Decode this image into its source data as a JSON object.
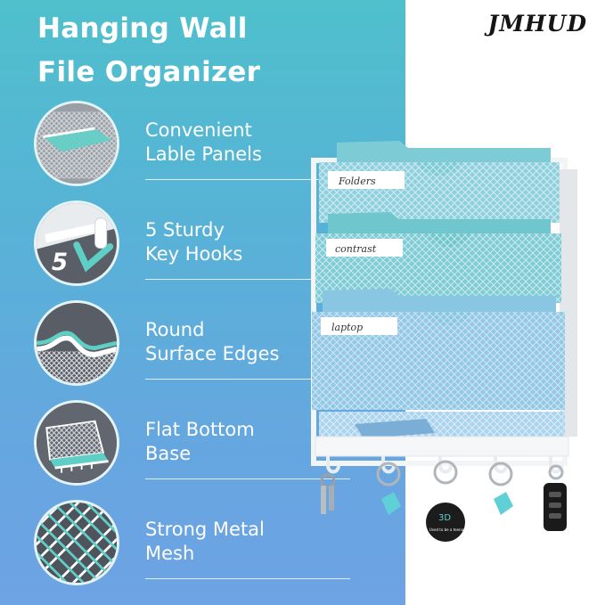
{
  "header": {
    "title_line1": "Hanging Wall",
    "title_line2": "File Organizer",
    "brand": "JMHUD"
  },
  "features": [
    {
      "line1": "Convenient",
      "line2": "Lable Panels",
      "icon": "label-panel-icon"
    },
    {
      "line1": "5 Sturdy",
      "line2": "Key Hooks",
      "icon": "key-hook-icon",
      "badge": "5"
    },
    {
      "line1": "Round",
      "line2": "Surface Edges",
      "icon": "round-edge-icon"
    },
    {
      "line1": "Flat Bottom",
      "line2": "Base",
      "icon": "flat-base-icon"
    },
    {
      "line1": "Strong Metal",
      "line2": "Mesh",
      "icon": "metal-mesh-icon"
    }
  ],
  "product": {
    "tags": [
      "Folders",
      "contrast",
      "laptop"
    ],
    "keychain_text": "3D",
    "keychain_subtext": "Used to be a teenager"
  },
  "colors": {
    "accent_teal": "#5fcfc6",
    "folder_blue": "#7cc8dc",
    "gradient_top": "#4fc0cc",
    "gradient_bottom": "#6ea3e4"
  }
}
